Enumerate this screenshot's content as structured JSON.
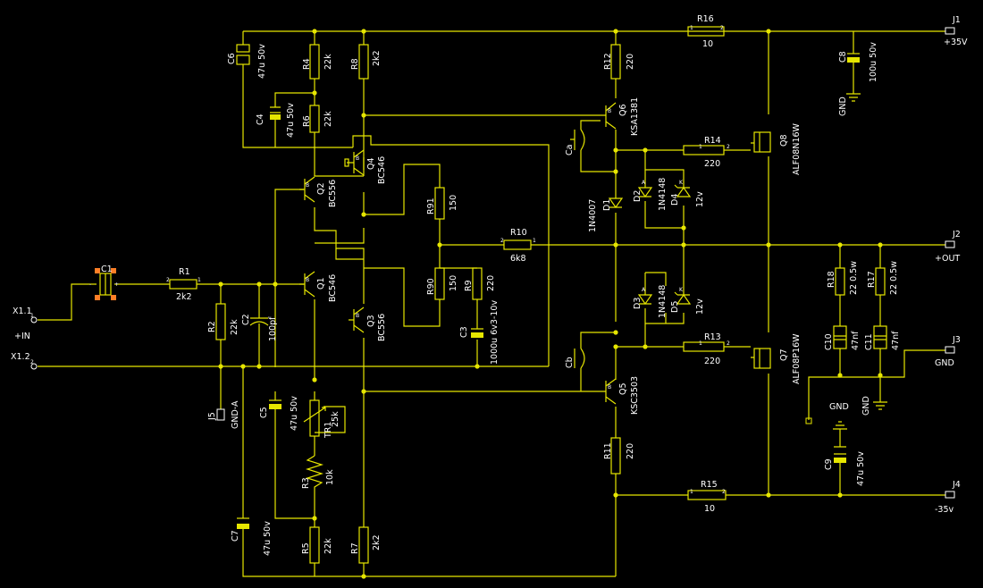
{
  "colors": {
    "background": "#000000",
    "wire": "#e6e600",
    "text": "#ffffff",
    "selection": "#ff7f27"
  },
  "connectors": {
    "x1_1": "X1.1",
    "x1_2": "X1.2",
    "in_label": "+IN",
    "j1": "J1",
    "j1_val": "+35V",
    "j2": "J2",
    "j2_val": "+OUT",
    "j3": "J3",
    "j3_val": "GND",
    "j4": "J4",
    "j4_val": "-35v",
    "j5": "J5",
    "j5_val": "GND-A"
  },
  "gnd": {
    "gnd1": "GND",
    "gnd2": "GND",
    "gnd3": "GND"
  },
  "resistors": {
    "r1": "R1",
    "r1v": "2k2",
    "r2": "R2",
    "r2v": "22k",
    "r3": "R3",
    "r3v": "10k",
    "r4": "R4",
    "r4v": "22k",
    "r5": "R5",
    "r5v": "22k",
    "r6": "R6",
    "r6v": "22k",
    "r7": "R7",
    "r7v": "2k2",
    "r8": "R8",
    "r8v": "2k2",
    "r9": "R9",
    "r9v": "220",
    "r10": "R10",
    "r10v": "6k8",
    "r11": "R11",
    "r11v": "220",
    "r12": "R12",
    "r12v": "220",
    "r13": "R13",
    "r13v": "220",
    "r14": "R14",
    "r14v": "220",
    "r15": "R15",
    "r15v": "10",
    "r16": "R16",
    "r16v": "10",
    "r17": "R17",
    "r17v": "22 0.5w",
    "r18": "R18",
    "r18v": "22 0.5w",
    "r90": "R90",
    "r90v": "150",
    "r91": "R91",
    "r91v": "150",
    "tr1": "TR1",
    "tr1v": "25k"
  },
  "capacitors": {
    "c1": "C1",
    "c2": "C2",
    "c2v": "100pf",
    "c3": "C3",
    "c3v": "1000u 6v3-10v",
    "c4": "C4",
    "c4v": "47u 50v",
    "c5": "C5",
    "c5v": "47u 50v",
    "c6": "C6",
    "c6v": "47u 50v",
    "c7": "C7",
    "c7v": "47u 50v",
    "c8": "C8",
    "c8v": "100u 50v",
    "c9": "C9",
    "c9v": "47u 50v",
    "c10": "C10",
    "c10v": "47nf",
    "c11": "C11",
    "c11v": "47nf",
    "ca": "Ca",
    "cb": "Cb"
  },
  "transistors": {
    "q1": "Q1",
    "q1v": "BC546",
    "q2": "Q2",
    "q2v": "BC556",
    "q3": "Q3",
    "q3v": "BC556",
    "q4": "Q4",
    "q4v": "BC546",
    "q5": "Q5",
    "q5v": "KSC3503",
    "q6": "Q6",
    "q6v": "KSA1381",
    "q7": "Q7",
    "q7v": "ALF08P16W",
    "q8": "Q8",
    "q8v": "ALF08N16W"
  },
  "diodes": {
    "d1": "D1",
    "d1v": "1N4007",
    "d2": "D2",
    "d2v": "1N4148",
    "d3": "D3",
    "d3v": "1N4148",
    "d4": "D4",
    "d4v": "12v",
    "d5": "D5",
    "d5v": "12v"
  },
  "pins": {
    "p1": "1",
    "p2": "2",
    "plus": "+",
    "minus": "-",
    "b": "B",
    "c": "C",
    "e": "E",
    "a": "A",
    "k": "K",
    "w": "W"
  }
}
